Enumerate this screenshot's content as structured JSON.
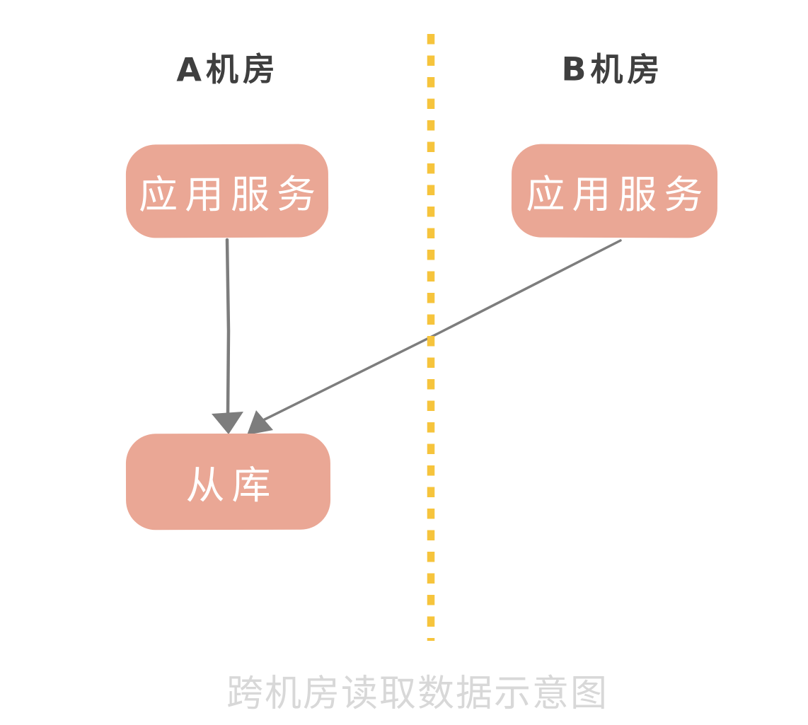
{
  "diagram": {
    "caption": "跨机房读取数据示意图",
    "zones": {
      "zone_a": {
        "label": "A机房"
      },
      "zone_b": {
        "label": "B机房"
      }
    },
    "nodes": {
      "app_a": {
        "zone": "zone_a",
        "label": "应用服务"
      },
      "app_b": {
        "zone": "zone_b",
        "label": "应用服务"
      },
      "slave": {
        "zone": "zone_a",
        "label": "从库"
      }
    },
    "edges": [
      {
        "from": "app_a",
        "to": "slave",
        "style": "arrow"
      },
      {
        "from": "app_b",
        "to": "slave",
        "style": "arrow"
      }
    ],
    "colors": {
      "node_fill": "#eaa795",
      "node_text": "#ffffff",
      "zone_label_text": "#3f3f3f",
      "arrow": "#7d7d7d",
      "zone_divider": "#f6c43c",
      "caption_text": "#d8d8d8",
      "background": "#ffffff"
    }
  }
}
